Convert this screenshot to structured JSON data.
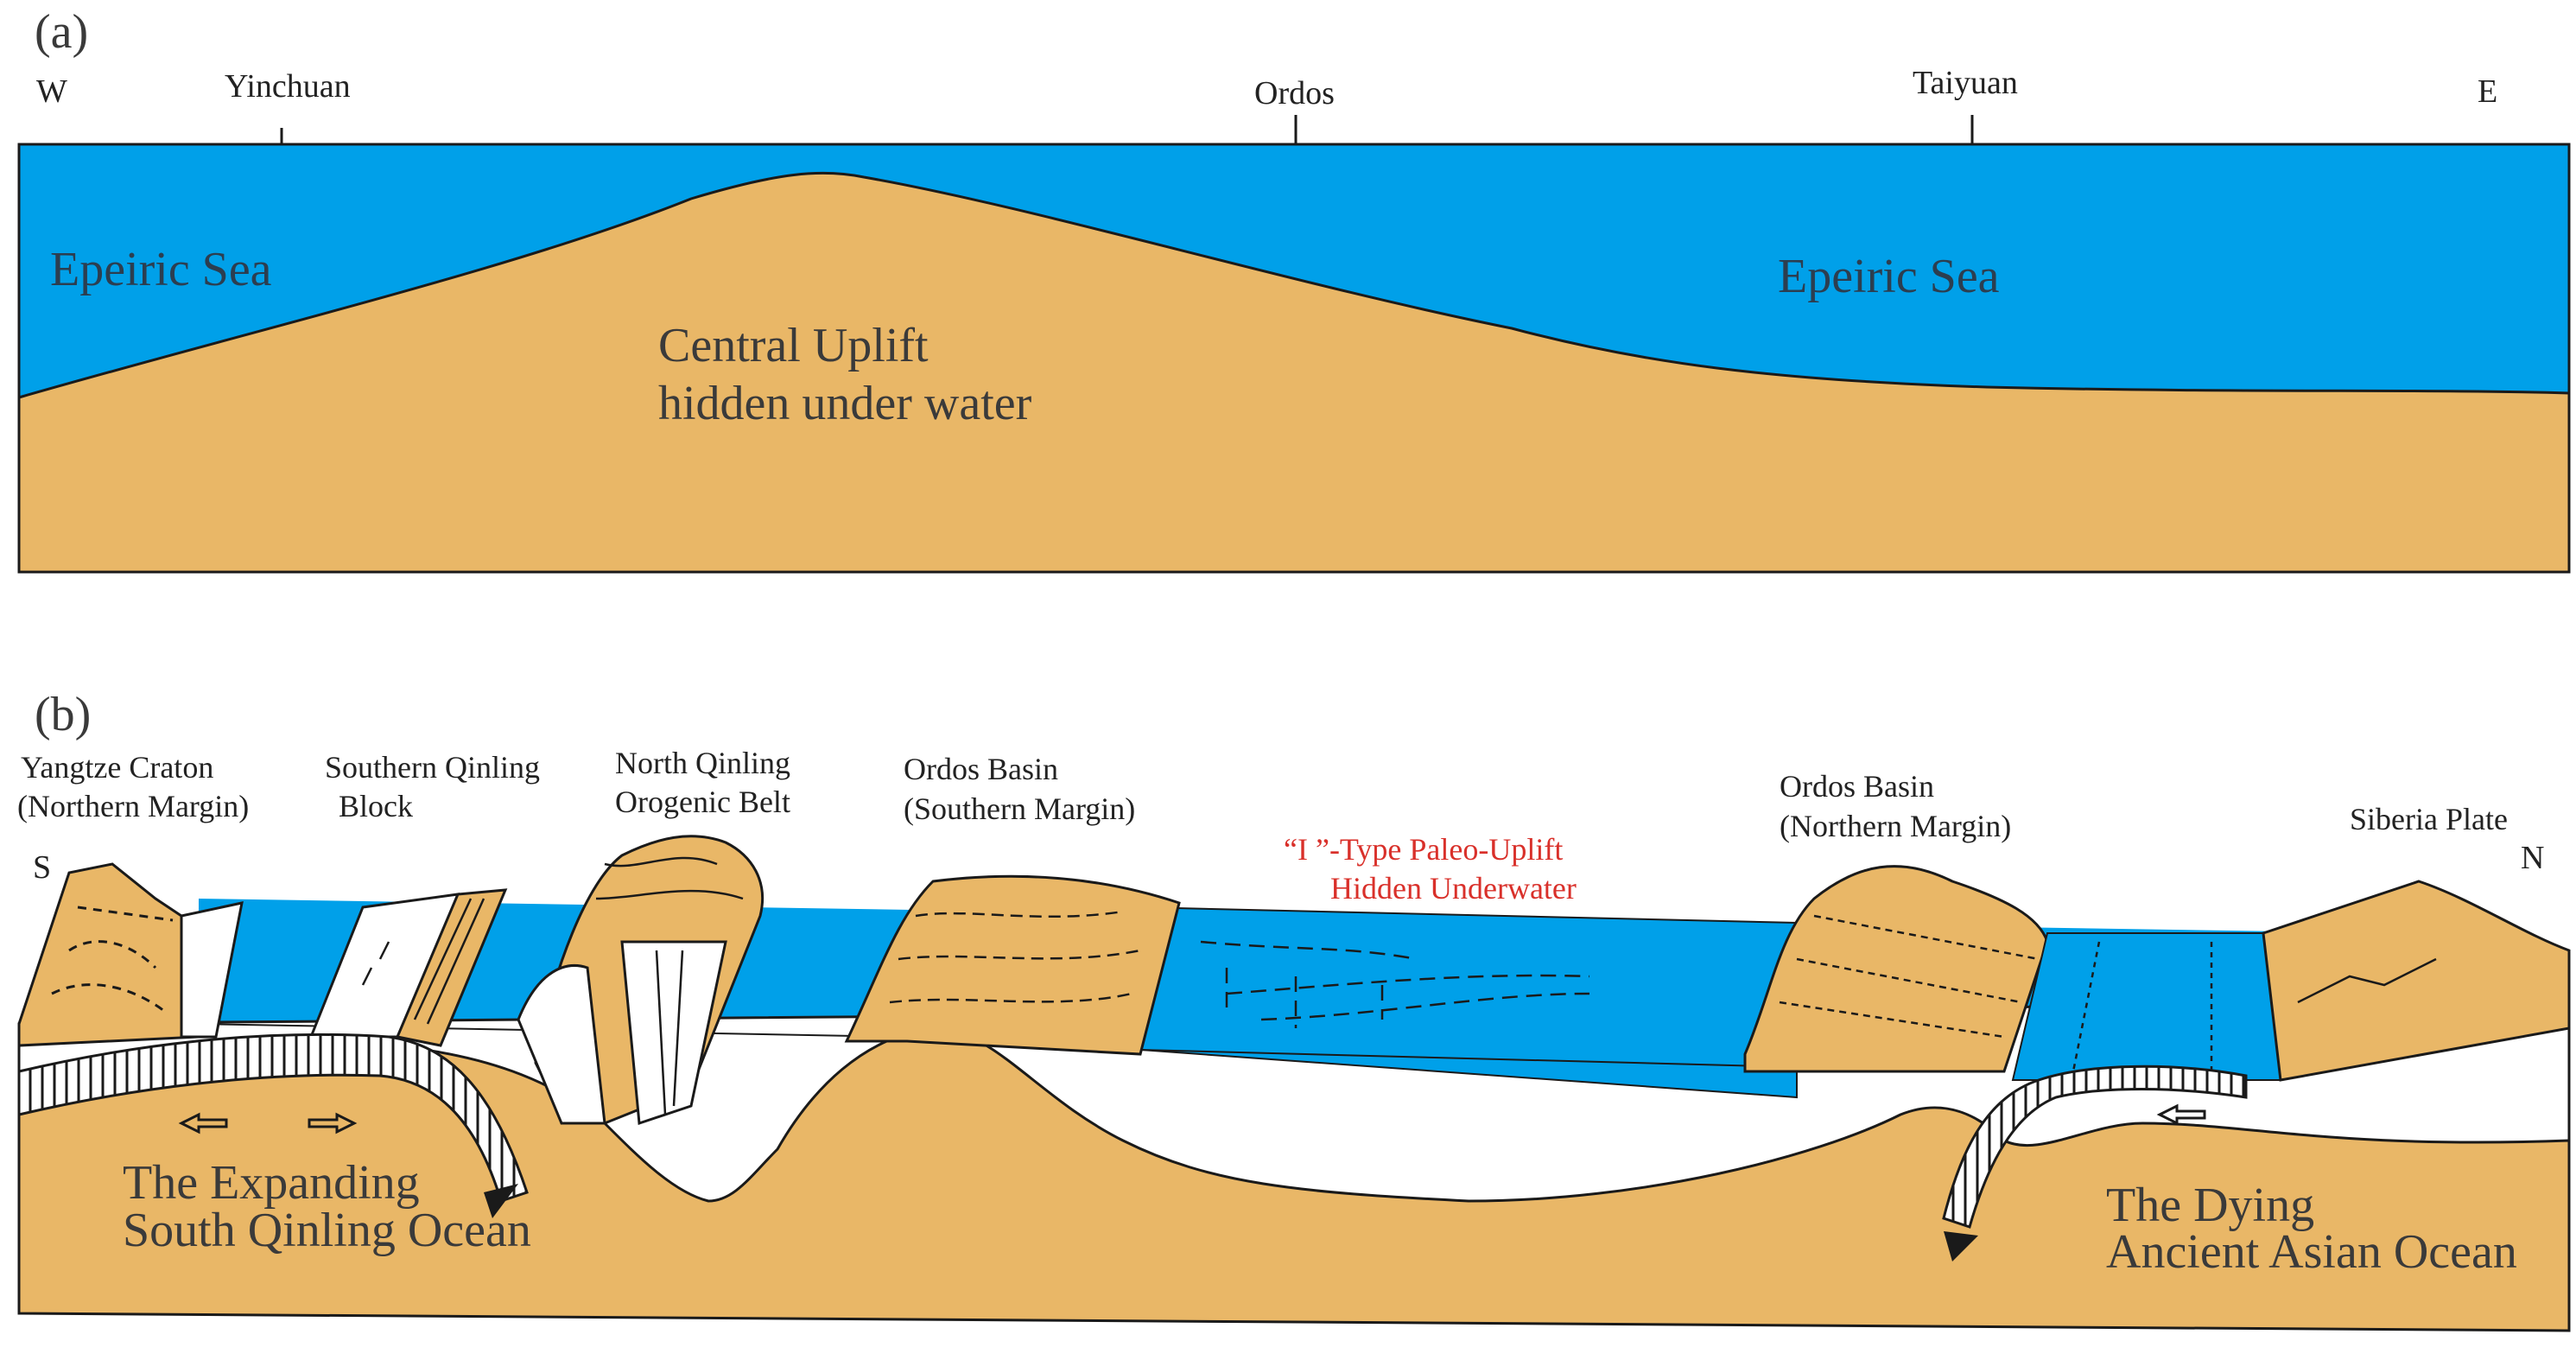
{
  "colors": {
    "sea": "#00A0E9",
    "land": "#E9B767",
    "outline": "#1a1a1a",
    "highlight_text": "#d9302a"
  },
  "panel_a": {
    "label": "(a)",
    "west": "W",
    "east": "E",
    "locations": [
      "Yinchuan",
      "Ordos",
      "Taiyuan"
    ],
    "sea_label_left": "Epeiric Sea",
    "sea_label_right": "Epeiric Sea",
    "uplift_line1": "Central Uplift",
    "uplift_line2": "hidden under water"
  },
  "panel_b": {
    "label": "(b)",
    "south": "S",
    "north": "N",
    "yangtze_line1": "Yangtze Craton",
    "yangtze_line2": "(Northern Margin)",
    "sqinling_line1": "Southern Qinling",
    "sqinling_line2": "Block",
    "nqinling_line1": "North Qinling",
    "nqinling_line2": "Orogenic Belt",
    "ordos_s_line1": "Ordos Basin",
    "ordos_s_line2": "(Southern Margin)",
    "paleo_line1": "“I ”-Type Paleo-Uplift",
    "paleo_line2": "Hidden Underwater",
    "ordos_n_line1": "Ordos Basin",
    "ordos_n_line2": "(Northern Margin)",
    "siberia": "Siberia Plate",
    "expanding_line1": "The Expanding",
    "expanding_line2": "South Qinling Ocean",
    "dying_line1": "The Dying",
    "dying_line2": "Ancient Asian Ocean"
  }
}
